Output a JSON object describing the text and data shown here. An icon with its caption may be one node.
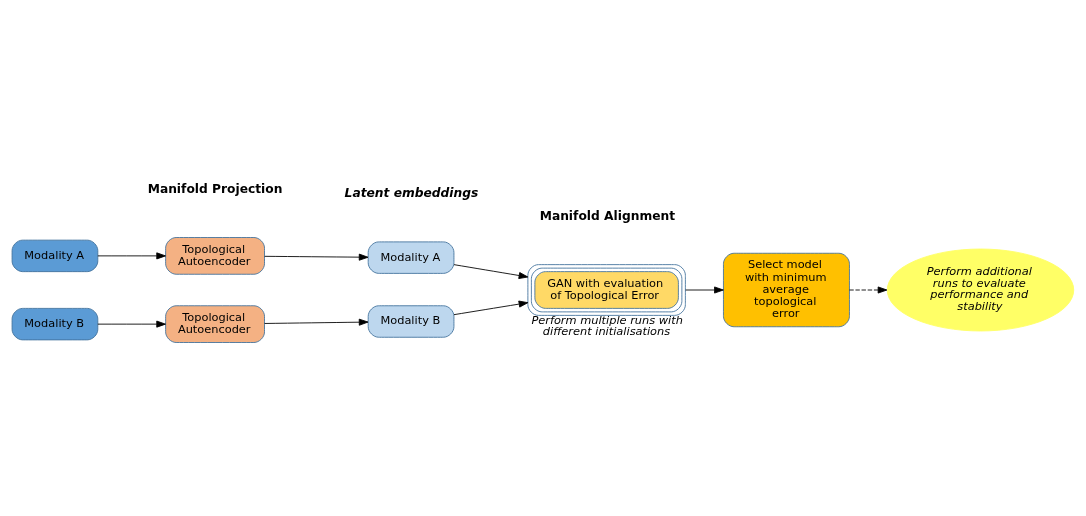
{
  "diagram": {
    "nodes": [
      {
        "text": [
          "Modality A"
        ]
      },
      {
        "text": [
          "Modality B"
        ]
      },
      {
        "text": [
          "Topological Autoencoder"
        ]
      },
      {
        "text": [
          "Topological Autoencoder"
        ]
      },
      {
        "text": [
          "Modality A"
        ]
      },
      {
        "text": [
          "Modality B"
        ]
      },
      {
        "text": [
          "GAN with evaluation of Topological Error"
        ],
        "beside": [
          "Perform multiple runs with different initialisations"
        ]
      },
      {
        "text": [
          "Select model with minimum average topological error"
        ]
      },
      {
        "text": [
          "Perform additional runs to evaluate performance and stability"
        ]
      }
    ],
    "edges": [
      {
        "from": 0,
        "to": 2,
        "arrow": "to"
      },
      {
        "from": 2,
        "to": 4,
        "arrow": "to"
      },
      {
        "from": 1,
        "to": 3,
        "arrow": "to"
      },
      {
        "from": 3,
        "to": 5,
        "arrow": "to"
      },
      {
        "from": 4,
        "to": 6,
        "arrow": "to"
      },
      {
        "from": 5,
        "to": 6,
        "arrow": "to"
      },
      {
        "from": 6,
        "to": 7,
        "arrow": "to"
      },
      {
        "from": 7,
        "to": 8,
        "arrow": "to",
        "style": "dashed"
      }
    ],
    "labels": [
      "Manifold Projection",
      "Manifold Alignment",
      "Latent embeddings"
    ]
  }
}
